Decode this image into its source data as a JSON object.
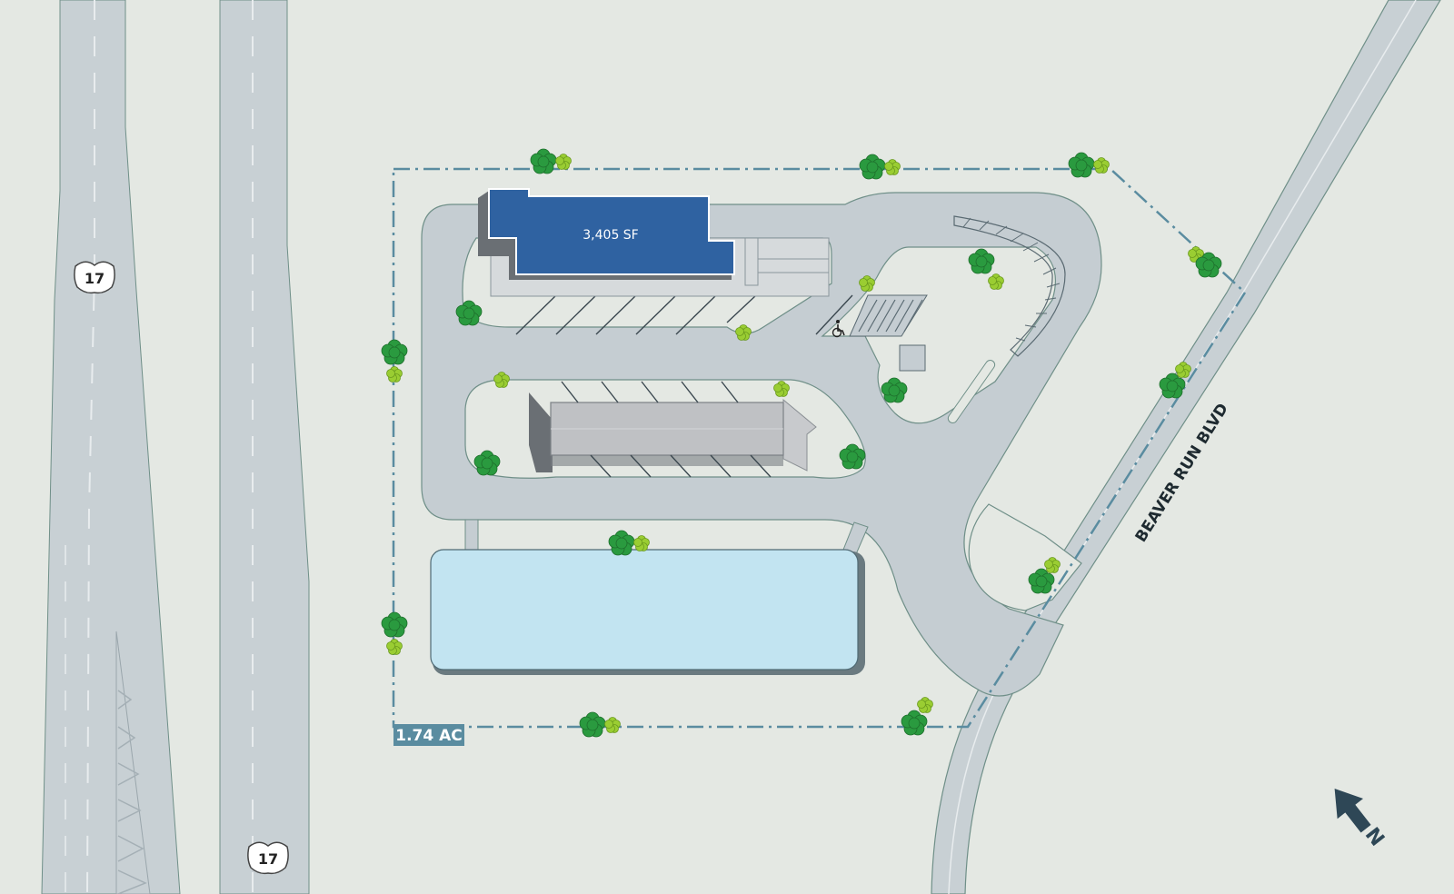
{
  "site": {
    "acreage_label": "1.74 AC",
    "building_label": "3,405 SF"
  },
  "roads": {
    "highway_shield_number": "17",
    "street_label": "BEAVER RUN BLVD"
  },
  "north_arrow": {
    "label": "N"
  },
  "colors": {
    "background": "#e4e8e3",
    "pavement": "#c5cdd2",
    "road": "#c8d0d4",
    "building": "#2f62a1",
    "pond": "#c2e4f1",
    "boundary": "#5a8ca0",
    "tree_dark": "#2a9a3f",
    "tree_light": "#9acd32",
    "arrow": "#2e4756"
  }
}
